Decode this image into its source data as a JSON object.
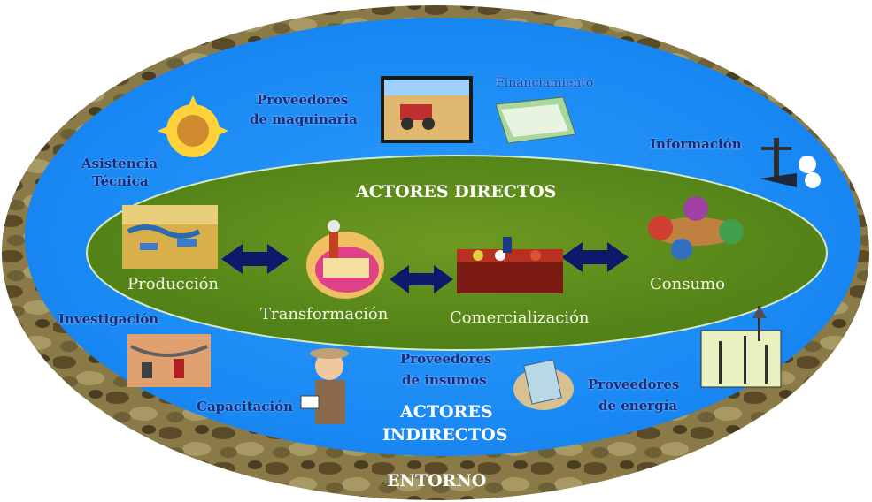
{
  "outer_label": "ENTORNO",
  "direct": {
    "title": "ACTORES DIRECTOS",
    "stages": [
      "Producción",
      "Transformación",
      "Comercialización",
      "Consumo"
    ]
  },
  "indirect": {
    "title_line1": "ACTORES",
    "title_line2": "INDIRECTOS",
    "asistencia_1": "Asistencia",
    "asistencia_2": "Técnica",
    "maquinaria_1": "Proveedores",
    "maquinaria_2": "de maquinaria",
    "financiamiento": "Financiamiento",
    "informacion": "Información",
    "investigacion": "Investigación",
    "capacitacion": "Capacitación",
    "insumos_1": "Proveedores",
    "insumos_2": "de insumos",
    "energia_1": "Proveedores",
    "energia_2": "de energía"
  },
  "colors": {
    "outer_ring": "#7a6a3a",
    "blue_zone": "#1e90ff",
    "green_zone": "#5a8a1a",
    "arrows": "#0d1a6b",
    "dark_text": "#1a2a7a"
  }
}
